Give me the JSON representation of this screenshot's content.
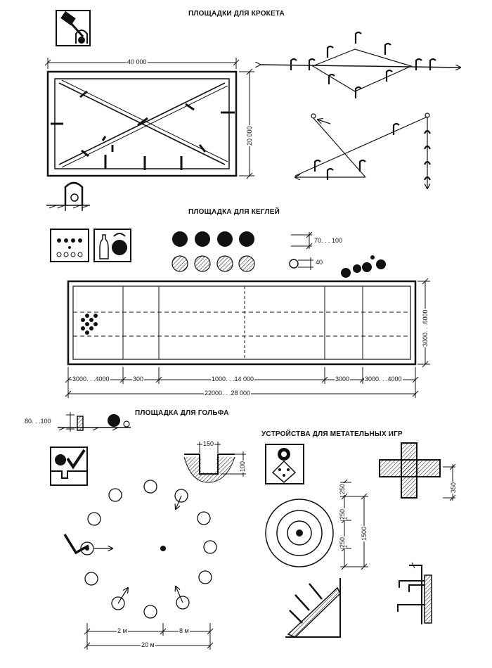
{
  "titles": {
    "croquet": "ПЛОЩАДКИ ДЛЯ КРОКЕТА",
    "skittles": "ПЛОЩАДКА ДЛЯ КЕГЛЕЙ",
    "golf": "ПЛОЩАДКА ДЛЯ ГОЛЬФА",
    "throwing": "УСТРОЙСТВА ДЛЯ МЕТАТЕЛЬНЫХ ИГР"
  },
  "croquet": {
    "width": "40 000",
    "height": "20 000"
  },
  "skittles": {
    "pin_height": "70. . . 100",
    "pin_diameter": "40",
    "width": "3000. . .6000",
    "seg_1": "3000. . .4000",
    "seg_2": "300",
    "seg_3": "1000. . .14 000",
    "seg_4": "3000",
    "seg_5": "3000. . .4000",
    "total_length": "22000. . .28 000"
  },
  "golf": {
    "flag_height": "80. . .100",
    "hole_width": "150",
    "hole_depth": "100",
    "dim_2m": "2 м",
    "dim_8m": "8 м",
    "dim_20m": "20 м"
  },
  "throwing": {
    "target_dim_top": "250",
    "target_dim_mid": "250",
    "target_dim_bottom": "250",
    "target_dim_total": "1500",
    "cross_dim": "350"
  },
  "colors": {
    "ink": "#111111",
    "paper": "#ffffff"
  }
}
